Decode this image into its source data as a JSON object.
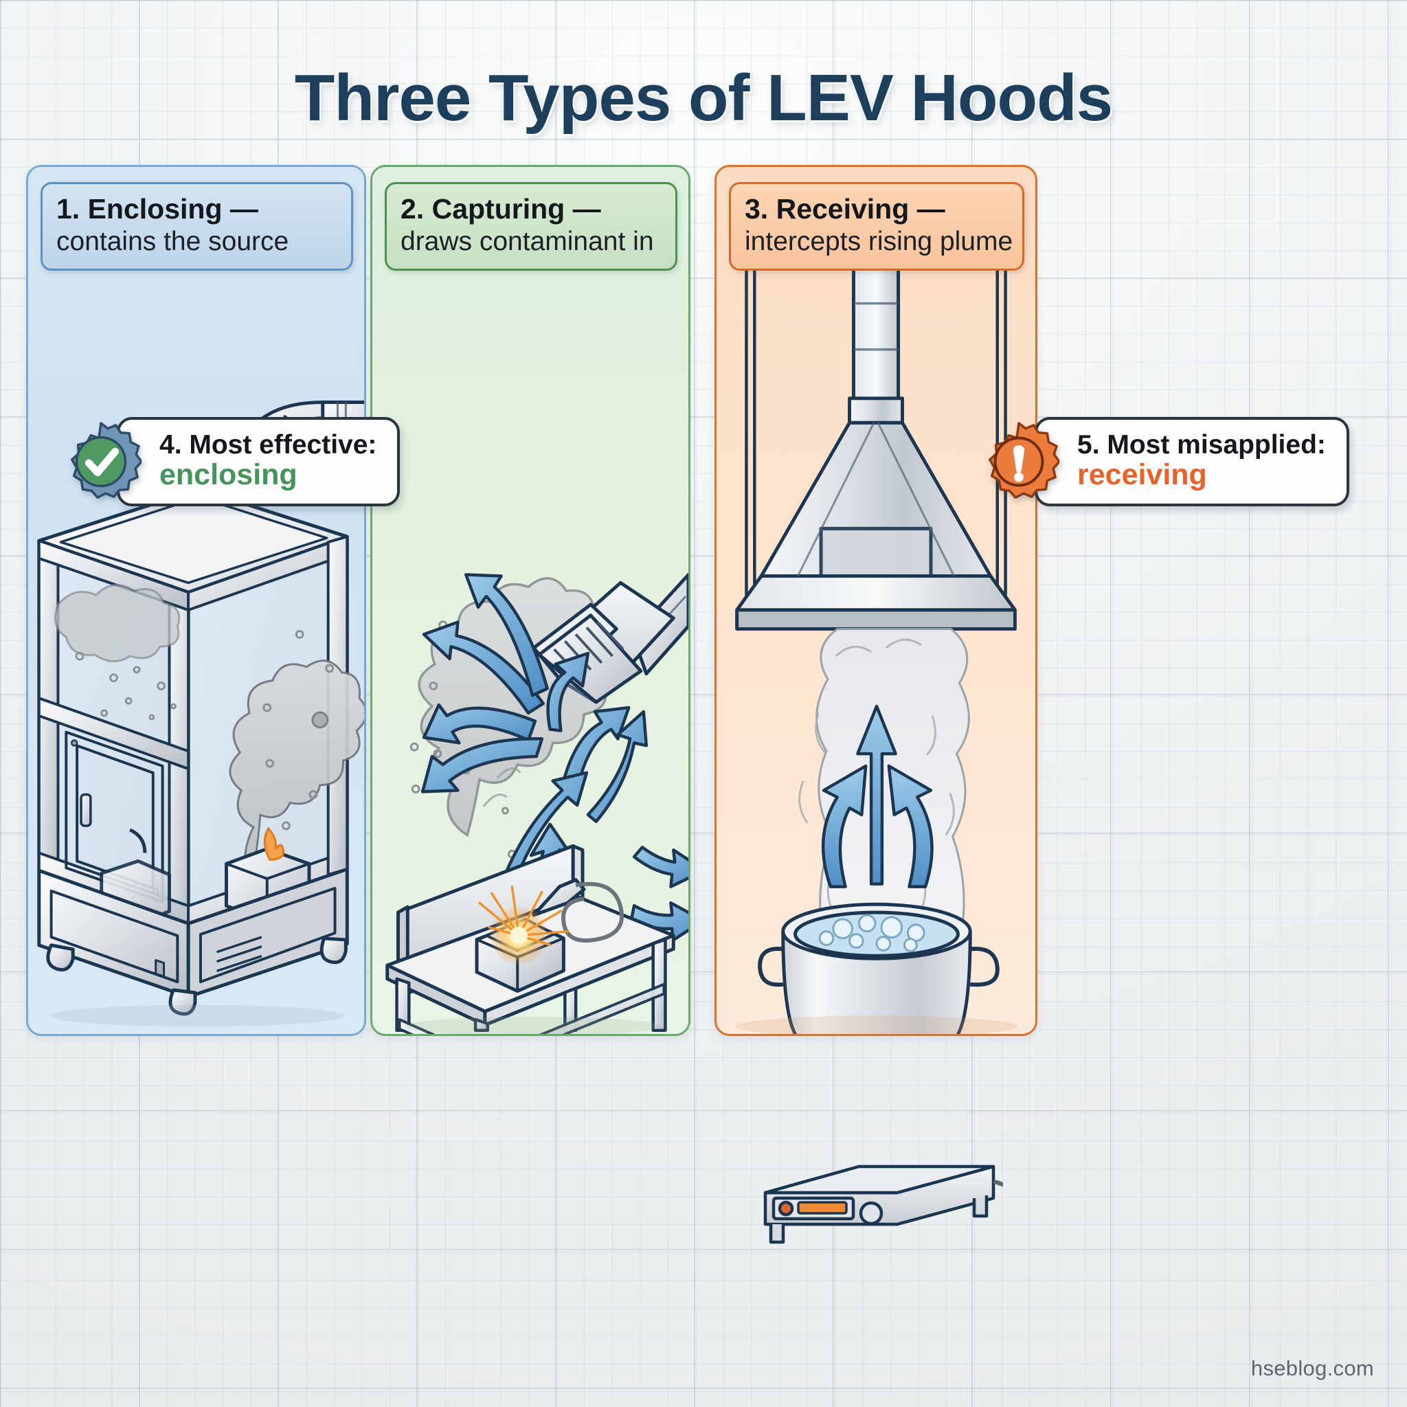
{
  "title": "Three Types of LEV Hoods",
  "footer": "hseblog.com",
  "theme": {
    "title_color": "#1d3f5c",
    "page_background": "#f2f4f5",
    "arrow_blue": "#6aa6d8",
    "arrow_outline": "#1c3550",
    "metal_light": "#f0f2f4",
    "metal_mid": "#c9ced5",
    "smoke_gray": "#c4c7c9",
    "spark_orange": "#f0922e"
  },
  "panels": [
    {
      "id": "enclosing",
      "number": "1.",
      "heading_line1": "1. Enclosing —",
      "heading_line2": "contains the source",
      "fill": "#d7e6f4",
      "border": "#7aa9cf",
      "header_fill": "#c9dcee",
      "header_border": "#5f92c0",
      "illustration": "enclosure-booth-with-extraction-duct"
    },
    {
      "id": "capturing",
      "number": "2.",
      "heading_line1": "2. Capturing —",
      "heading_line2": "draws contaminant in",
      "fill": "#e3f1de",
      "border": "#6aa86e",
      "header_fill": "#d0e5cb",
      "header_border": "#4d9152",
      "illustration": "flanged-capture-hood-over-welding-bench"
    },
    {
      "id": "receiving",
      "number": "3.",
      "heading_line1": "3. Receiving —",
      "heading_line2": "intercepts rising plume",
      "fill": "#fde3cd",
      "border": "#d9712f",
      "header_fill": "#fbcfab",
      "header_border": "#d3692a",
      "illustration": "canopy-hood-over-boiling-pot"
    }
  ],
  "callouts": [
    {
      "id": "most-effective",
      "icon": "check-seal-icon",
      "icon_color": "#4f9a62",
      "icon_ring_color": "#5d7f9c",
      "line1": "4. Most effective:",
      "line2": "enclosing",
      "line2_color": "#45945c"
    },
    {
      "id": "most-misapplied",
      "icon": "warning-seal-icon",
      "icon_color": "#e8712f",
      "icon_ring_color": "#8a3a13",
      "line1": "5. Most misapplied:",
      "line2": "receiving",
      "line2_color": "#e8632a"
    }
  ]
}
